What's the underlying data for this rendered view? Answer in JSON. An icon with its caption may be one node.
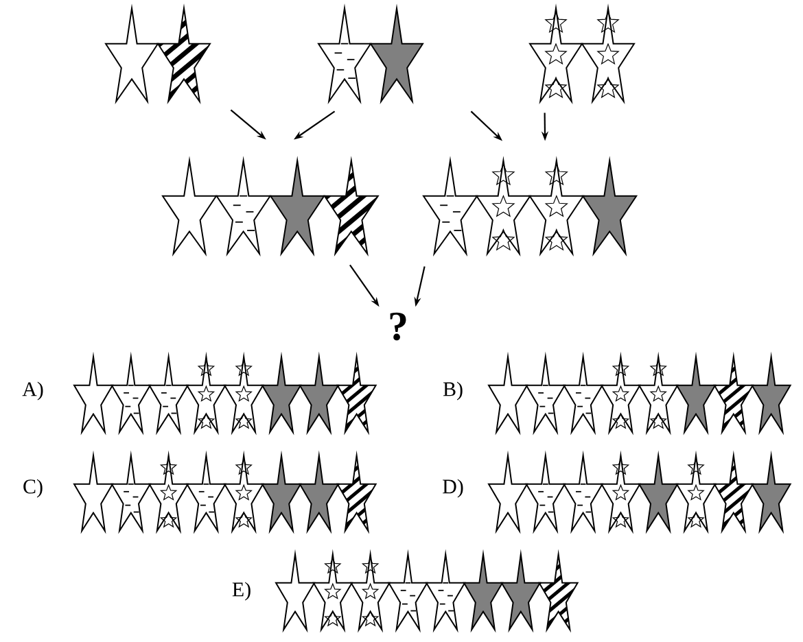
{
  "diagram": {
    "nodes": [
      {
        "text": [],
        "shape": "star"
      },
      {
        "text": [],
        "shape": "star"
      },
      {
        "text": [],
        "shape": "star"
      },
      {
        "text": [],
        "shape": "star"
      },
      {
        "text": [],
        "shape": "star"
      },
      {
        "text": [
          "?"
        ]
      }
    ],
    "edges": [
      {
        "from": 0,
        "to": 3,
        "arrow": "to"
      },
      {
        "from": 1,
        "to": 3,
        "arrow": "to"
      },
      {
        "from": 1,
        "to": 4,
        "arrow": "to"
      },
      {
        "from": 2,
        "to": 4,
        "arrow": "to"
      },
      {
        "from": 3,
        "to": 5,
        "arrow": "to"
      },
      {
        "from": 4,
        "to": 5,
        "arrow": "to"
      }
    ],
    "labels": [
      "A)",
      "B)",
      "C)",
      "D)",
      "E)"
    ]
  }
}
